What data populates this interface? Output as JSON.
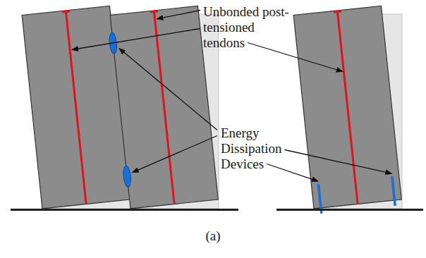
{
  "diagram": {
    "labels": [
      "Unbonded post-tensioned tendons",
      "Energy Dissipation Devices",
      "(a)"
    ]
  }
}
